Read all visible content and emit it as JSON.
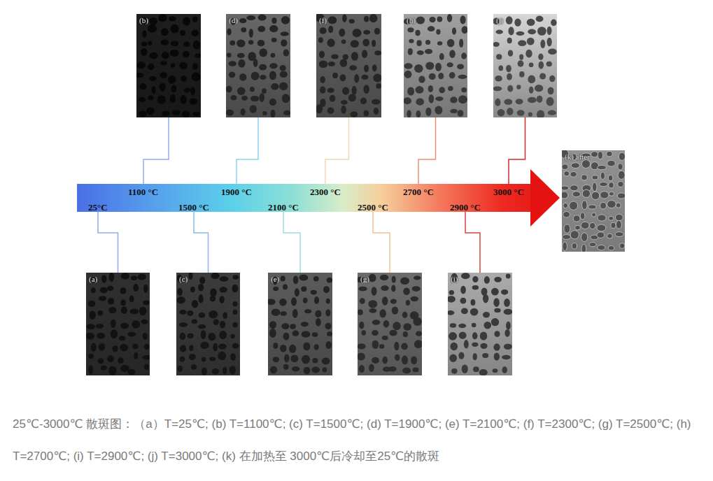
{
  "diagram": {
    "caption": "25℃-3000℃  散斑图：（a）T=25℃; (b) T=1100℃; (c) T=1500℃; (d) T=1900℃; (e) T=2100℃; (f) T=2300℃; (g) T=2500℃; (h) T=2700℃; (i) T=2900℃; (j) T=3000℃; (k) 在加热至 3000℃后冷却至25℃的散斑",
    "nodes": [
      {
        "text": [
          "25°C"
        ]
      },
      {
        "text": [
          "1100 °C"
        ]
      },
      {
        "text": [
          "1500 °C"
        ]
      },
      {
        "text": [
          "1900 °C"
        ]
      },
      {
        "text": [
          "2100 °C"
        ]
      },
      {
        "text": [
          "2300 °C"
        ]
      },
      {
        "text": [
          "2500 °C"
        ]
      },
      {
        "text": [
          "2700 °C"
        ]
      },
      {
        "text": [
          "2900 °C"
        ]
      },
      {
        "text": [
          "3000 °C"
        ]
      },
      {
        "text": [
          "(a)"
        ]
      },
      {
        "text": [
          "(b)"
        ]
      },
      {
        "text": [
          "(c)"
        ]
      },
      {
        "text": [
          "(d)"
        ]
      },
      {
        "text": [
          "(e)"
        ]
      },
      {
        "text": [
          "(f)"
        ]
      },
      {
        "text": [
          "(g)"
        ]
      },
      {
        "text": [
          "(h)"
        ]
      },
      {
        "text": [
          "(i)"
        ]
      },
      {
        "text": [
          "(j)"
        ]
      },
      {
        "text": [
          "(k) after"
        ]
      }
    ],
    "edges": [
      {
        "from": 0,
        "to": 10,
        "arrow": "none"
      },
      {
        "from": 1,
        "to": 11,
        "arrow": "none"
      },
      {
        "from": 2,
        "to": 12,
        "arrow": "none"
      },
      {
        "from": 3,
        "to": 13,
        "arrow": "none"
      },
      {
        "from": 4,
        "to": 14,
        "arrow": "none"
      },
      {
        "from": 5,
        "to": 15,
        "arrow": "none"
      },
      {
        "from": 6,
        "to": 16,
        "arrow": "none"
      },
      {
        "from": 7,
        "to": 17,
        "arrow": "none"
      },
      {
        "from": 8,
        "to": 18,
        "arrow": "none"
      },
      {
        "from": 9,
        "to": 19,
        "arrow": "none"
      }
    ]
  }
}
